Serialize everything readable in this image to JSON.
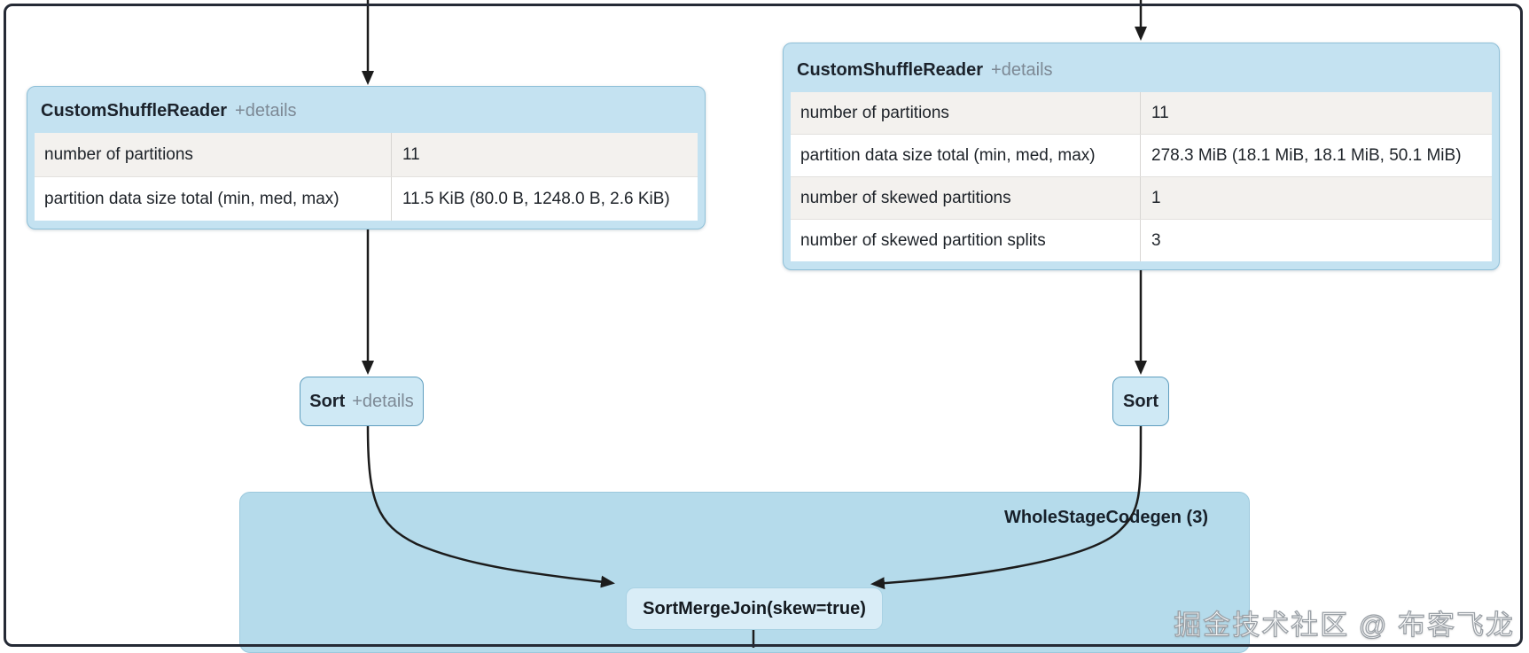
{
  "diagram": {
    "left_reader": {
      "title": "CustomShuffleReader",
      "details_label": "+details",
      "rows": [
        {
          "label": "number of partitions",
          "value": "11"
        },
        {
          "label": "partition data size total (min, med, max)",
          "value": "11.5 KiB (80.0 B, 1248.0 B, 2.6 KiB)"
        }
      ]
    },
    "right_reader": {
      "title": "CustomShuffleReader",
      "details_label": "+details",
      "rows": [
        {
          "label": "number of partitions",
          "value": "11"
        },
        {
          "label": "partition data size total (min, med, max)",
          "value": "278.3 MiB (18.1 MiB, 18.1 MiB, 50.1 MiB)"
        },
        {
          "label": "number of skewed partitions",
          "value": "1"
        },
        {
          "label": "number of skewed partition splits",
          "value": "3"
        }
      ]
    },
    "left_sort": {
      "title": "Sort",
      "details_label": "+details"
    },
    "right_sort": {
      "title": "Sort"
    },
    "cluster": {
      "label": "WholeStageCodegen (3)"
    },
    "join": {
      "label": "SortMergeJoin(skew=true)"
    },
    "watermark": "掘金技术社区 @ 布客飞龙",
    "edges": [
      {
        "from": "top-input-left",
        "to": "customshufflereader-left"
      },
      {
        "from": "top-input-right",
        "to": "customshufflereader-right"
      },
      {
        "from": "customshufflereader-left",
        "to": "sort-left"
      },
      {
        "from": "customshufflereader-right",
        "to": "sort-right"
      },
      {
        "from": "sort-left",
        "to": "sortmergejoin"
      },
      {
        "from": "sort-right",
        "to": "sortmergejoin"
      },
      {
        "from": "sortmergejoin",
        "to": "bottom-output"
      }
    ],
    "colors": {
      "reader_box_fill": "#c4e2f1",
      "reader_box_border": "#8fc0d8",
      "cluster_fill": "#b5dbeb",
      "sort_node_fill": "#cfe9f5",
      "sort_node_border": "#5e9dbe",
      "join_node_fill": "#d9edf7",
      "row_alt_fill": "#f3f1ee",
      "edge_stroke": "#1c1c1c",
      "details_text": "#7d8995",
      "frame_border": "#252a35"
    }
  }
}
